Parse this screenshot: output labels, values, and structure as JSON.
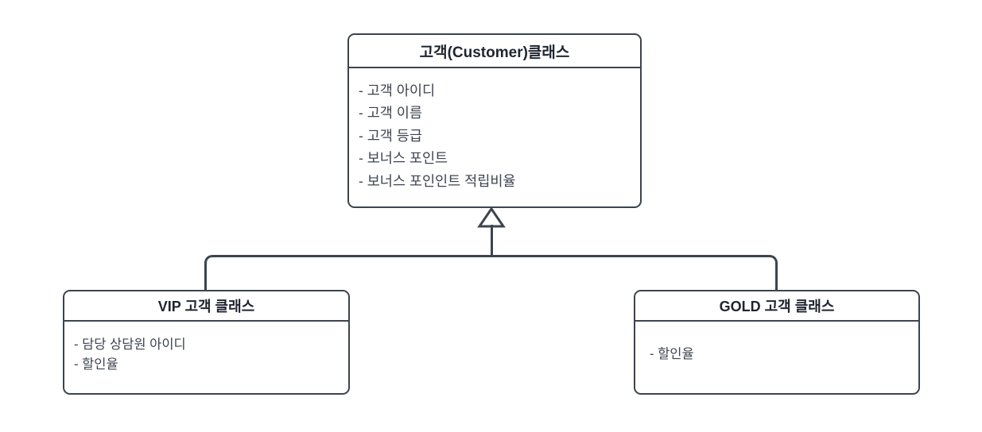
{
  "diagram": {
    "type": "uml-class-diagram",
    "relationship": "generalization",
    "background_color": "#ffffff",
    "line_color": "#3d4450",
    "title_color": "#1f2430",
    "attribute_color": "#3d4450"
  },
  "classes": {
    "parent": {
      "name": "고객(Customer)클래스",
      "attributes": [
        "- 고객 아이디",
        "- 고객 이름",
        "- 고객 등급",
        "- 보너스 포인트",
        "- 보너스 포인인트 적립비율"
      ]
    },
    "child_left": {
      "name": "VIP 고객 클래스",
      "attributes": [
        "- 담당 상담원 아이디",
        "- 할인율"
      ]
    },
    "child_right": {
      "name": "GOLD 고객 클래스",
      "attributes": [
        "- 할인율"
      ]
    }
  },
  "icons": {
    "generalization_arrow": "hollow-triangle-arrow-icon"
  }
}
